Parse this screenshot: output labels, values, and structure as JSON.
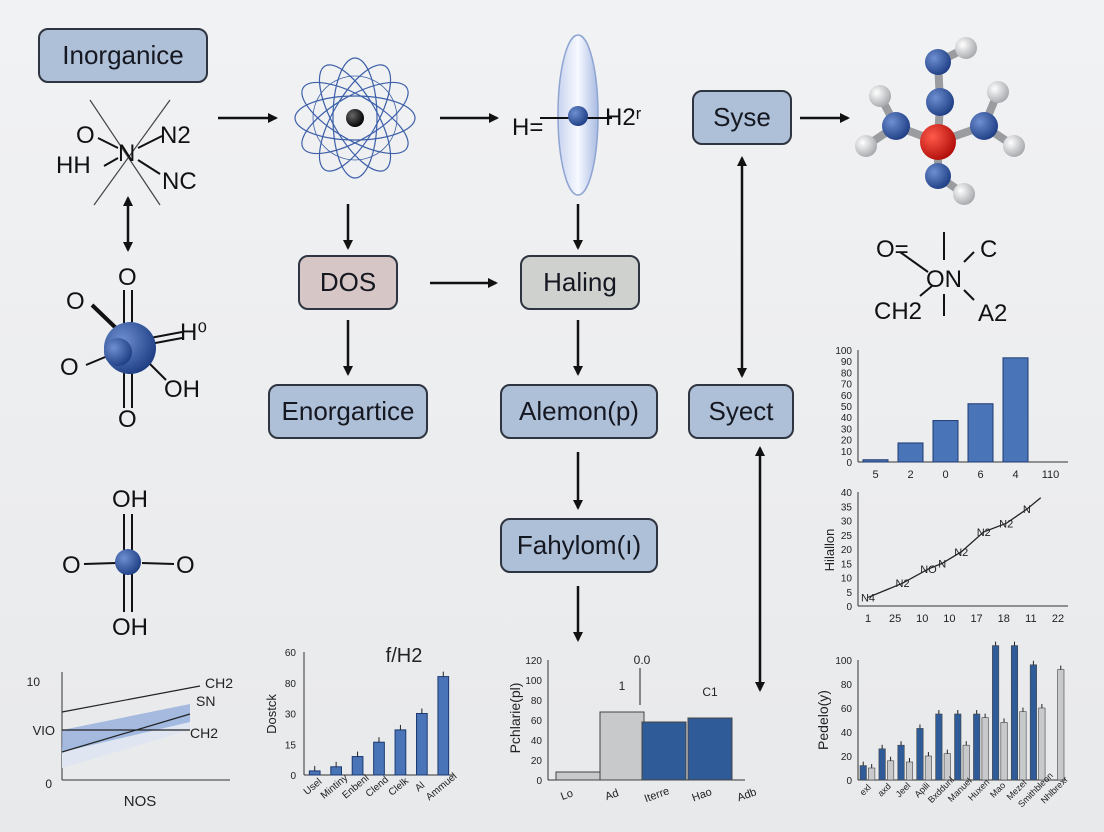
{
  "boxes": {
    "inorganice": "Inorganice",
    "dos": "DOS",
    "haling": "Haling",
    "syse": "Syse",
    "enorgartice": "Enorgartice",
    "alemon": "Alemon(p)",
    "syect": "Syect",
    "fahylom": "Fahylom(ı)"
  },
  "labels": {
    "m1_o": "O",
    "m1_n2": "N2",
    "m1_hh": "HH",
    "m1_n": "N",
    "m1_nc": "NC",
    "m2_o_top": "O",
    "m2_o_left": "O",
    "m2_h0": "H⁰",
    "m2_oh": "OH",
    "m2_o_bot": "O",
    "m3_oh_top": "OH",
    "m3_o_left": "O",
    "m3_o_right": "O",
    "m3_oh_bot": "OH",
    "h_left": "H=",
    "h_right": "H2ʳ",
    "m4_o": "O=",
    "m4_c": "C",
    "m4_on": "ON",
    "m4_ch2": "CH2",
    "m4_a2": "A2"
  },
  "chart_data": [
    {
      "type": "bar",
      "id": "top-right-bar",
      "categories": [
        "5",
        "2",
        "0",
        "6",
        "4",
        "110"
      ],
      "values": [
        2,
        17,
        37,
        52,
        93,
        0
      ],
      "ylim": [
        0,
        100
      ],
      "yticks": [
        0,
        10,
        20,
        30,
        40,
        50,
        60,
        70,
        80,
        90,
        100
      ],
      "color": "#4a74b8"
    },
    {
      "type": "line",
      "id": "right-line",
      "ylabel": "Hilallon",
      "xticks": [
        "1",
        "25",
        "10",
        "10",
        "17",
        "18",
        "11",
        "22"
      ],
      "yticks": [
        0,
        5,
        10,
        15,
        20,
        25,
        30,
        35,
        40
      ],
      "ylim": [
        0,
        40
      ],
      "points": [
        {
          "x": 1,
          "y": 3,
          "label": "N4"
        },
        {
          "x": 3,
          "y": 8,
          "label": "N2"
        },
        {
          "x": 4.5,
          "y": 13,
          "label": "NO"
        },
        {
          "x": 5.3,
          "y": 15,
          "label": "N"
        },
        {
          "x": 6.4,
          "y": 19,
          "label": "N2"
        },
        {
          "x": 7.7,
          "y": 26,
          "label": "N2"
        },
        {
          "x": 9,
          "y": 29,
          "label": "N2"
        },
        {
          "x": 10.2,
          "y": 34,
          "label": "N"
        },
        {
          "x": 11,
          "y": 38,
          "label": ""
        }
      ]
    },
    {
      "type": "area",
      "id": "bottom-left-band",
      "xlabel": "NOS",
      "yticks": [
        "10",
        "VIO",
        "0"
      ],
      "series": [
        {
          "name": "CH2",
          "values": [
            1,
            2
          ]
        },
        {
          "name": "SN",
          "values": [
            3,
            4
          ]
        },
        {
          "name": "CH2",
          "values": [
            5,
            6
          ]
        }
      ]
    },
    {
      "type": "bar",
      "id": "dostck-bar",
      "title": "f/H2",
      "ylabel": "Dostck",
      "categories": [
        "Usel",
        "Mintiny",
        "Enbenl",
        "Clend",
        "Clelk",
        "Al",
        "Ammuel"
      ],
      "values": [
        2,
        4,
        9,
        16,
        22,
        30,
        48
      ],
      "ylim": [
        0,
        60
      ],
      "yticks": [
        0,
        15,
        30,
        45,
        60
      ],
      "ytick_labels": [
        "0",
        "15",
        "30",
        "80",
        "60"
      ],
      "color": "#4a74b8"
    },
    {
      "type": "bar",
      "id": "pchlarie-bar",
      "ylabel": "Pchlarie(pl)",
      "categories": [
        "Lo",
        "Ad",
        "Iterre",
        "Hao",
        "Adb"
      ],
      "values": [
        8,
        68,
        58,
        62,
        0
      ],
      "ylim": [
        0,
        120
      ],
      "yticks": [
        0,
        20,
        40,
        60,
        80,
        100,
        120
      ],
      "annotations": [
        "1",
        "0.0",
        "C1"
      ],
      "colors": [
        "#c8c9cb",
        "#c8c9cb",
        "#2f5c98",
        "#2f5c98"
      ]
    },
    {
      "type": "bar",
      "id": "pedeloly-bar",
      "ylabel": "Pedelo(y)",
      "categories": [
        "exl",
        "axd",
        "Jeel",
        "Apili",
        "Bxddunl",
        "Manuel",
        "Huxen",
        "Mao",
        "Mezel",
        "Smithbleon",
        "Nhlbrexr"
      ],
      "series": [
        {
          "name": "blue",
          "values": [
            12,
            26,
            29,
            43,
            55,
            55,
            55,
            112,
            112,
            96,
            0
          ]
        },
        {
          "name": "grey",
          "values": [
            10,
            16,
            15,
            20,
            22,
            29,
            52,
            48,
            57,
            60,
            92
          ]
        }
      ],
      "ylim": [
        0,
        100
      ],
      "yticks": [
        0,
        20,
        40,
        60,
        80,
        100
      ],
      "ytick_labels": [
        "0",
        "20",
        "40",
        "60",
        "80",
        "100"
      ],
      "colors": [
        "#2f5c98",
        "#c8c9cb"
      ]
    }
  ]
}
